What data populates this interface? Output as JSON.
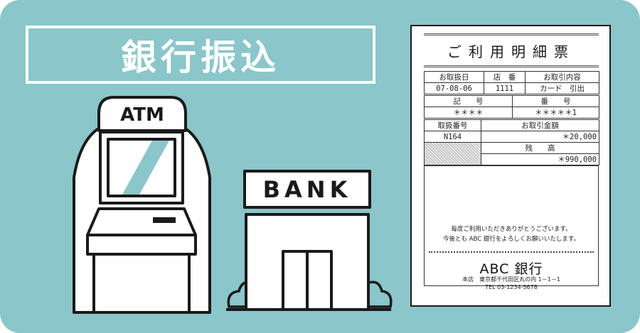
{
  "colors": {
    "background": "#8ac6ca",
    "accent_teal": "#8ac6ca",
    "outline": "#1a1a1a",
    "shrub": "#8ac6ca",
    "white": "#ffffff"
  },
  "title": "銀行振込",
  "atm": {
    "label": "ATM"
  },
  "bank": {
    "label": "BANK"
  },
  "receipt": {
    "title": "ご利用明細票",
    "header_row1": [
      "お取扱日",
      "店　番",
      "お取引内容"
    ],
    "row1": [
      "07-08-06",
      "1111",
      "カード　引出"
    ],
    "header_row2": [
      "記　　号",
      "番　　号"
    ],
    "row2": [
      "＊＊＊＊",
      "＊＊＊＊＊1"
    ],
    "header_row3": [
      "取扱番号",
      "お取引金額"
    ],
    "row3": [
      "N164",
      "＊20,000"
    ],
    "header_row4": "残　　高",
    "row4": "＊990,000",
    "message_line1": "毎度ご利用いただきありがとうございます。",
    "message_line2": "今後とも ABC 銀行をよろしくお願いいたします。",
    "bank_name": "ABC 銀行",
    "address": "本店　東京都千代田区丸の内 1－1－1",
    "tel": "TEL 03-1234-5678"
  }
}
